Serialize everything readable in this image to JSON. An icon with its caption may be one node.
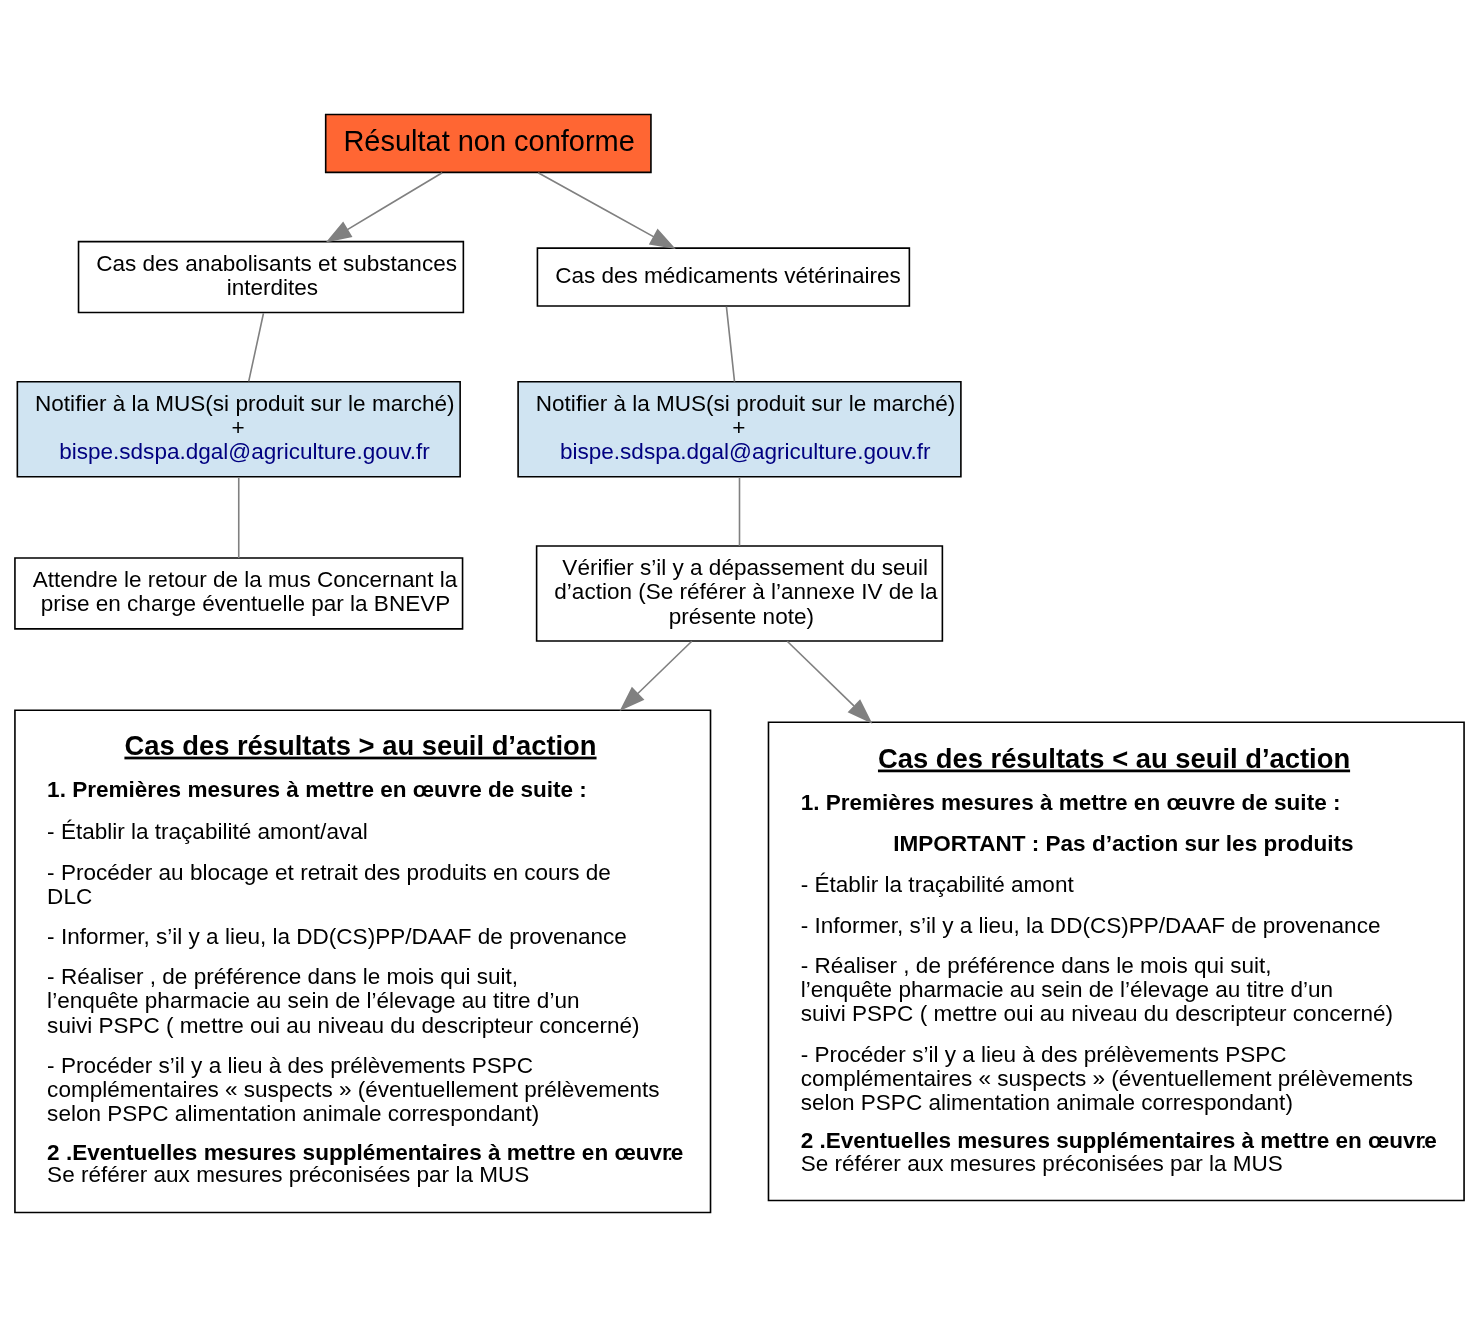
{
  "diagram": {
    "nodes": [
      {
        "text": [
          "Résultat non conforme"
        ]
      },
      {
        "text": [
          "Cas des anabolisants et substances interdites"
        ]
      },
      {
        "text": [
          "Notifier à la MUS(si produit sur le marché) +",
          "bispe.sdspa.dgal@agriculture.gouv.fr"
        ]
      },
      {
        "text": [
          "Attendre le retour de la mus Concernant la prise en charge éventuelle par la BNEVP"
        ]
      },
      {
        "text": [
          "Cas des médicaments vétérinaires"
        ]
      },
      {
        "text": [
          "Notifier à la MUS(si produit sur le marché) +",
          "bispe.sdspa.dgal@agriculture.gouv.fr"
        ]
      },
      {
        "text": [
          "Vérifier s’il y a dépassement du seuil d’action (Se référer à l’annexe IV de la présente note)"
        ]
      },
      {
        "text": [
          "Cas des résultats > au seuil d’action",
          "1. Premières mesures à mettre en œuvre de suite :",
          "- Établir la traçabilité amont/aval",
          "- Procéder au blocage et retrait des produits en cours de DLC",
          "- Informer, s’il y a lieu, la DD(CS)PP/DAAF de provenance",
          "- Réaliser , de préférence dans le mois qui suit, l’enquête pharmacie au sein de l’élevage au titre d’un suivi PSPC ( mettre oui au niveau du descripteur concerné)",
          "- Procéder s’il y a lieu à des prélèvements PSPC complémentaires « suspects » (éventuellement prélèvements selon PSPC alimentation animale correspondant)",
          "**2 .Eventuelles mesures supplémentaires à mettre en œuvre** : Se référer aux mesures préconisées par la MUS"
        ]
      },
      {
        "text": [
          "Cas des résultats < au seuil d’action",
          "1. Premières mesures à mettre en œuvre de suite :",
          "IMPORTANT : Pas d’action sur les produits",
          "- Établir la traçabilité amont",
          "- Informer, s’il y a lieu, la DD(CS)PP/DAAF de provenance",
          "- Réaliser , de préférence dans le mois qui suit, l’enquête pharmacie au sein de l’élevage au titre d’un suivi PSPC ( mettre oui au niveau du descripteur concerné)",
          "- Procéder s’il y a lieu à des prélèvements PSPC complémentaires « suspects » (éventuellement prélèvements selon PSPC alimentation animale correspondant)",
          "**2 .Eventuelles mesures supplémentaires à mettre en œuvre** : Se référer aux mesures préconisées par la MUS"
        ]
      }
    ],
    "edges": [
      {
        "from": 0,
        "to": 1,
        "arrow": "to"
      },
      {
        "from": 0,
        "to": 4,
        "arrow": "to"
      },
      {
        "from": 1,
        "to": 2,
        "arrow": "none"
      },
      {
        "from": 2,
        "to": 3,
        "arrow": "none"
      },
      {
        "from": 4,
        "to": 5,
        "arrow": "none"
      },
      {
        "from": 5,
        "to": 6,
        "arrow": "none"
      },
      {
        "from": 6,
        "to": 7,
        "arrow": "to"
      },
      {
        "from": 6,
        "to": 8,
        "arrow": "to"
      }
    ]
  }
}
